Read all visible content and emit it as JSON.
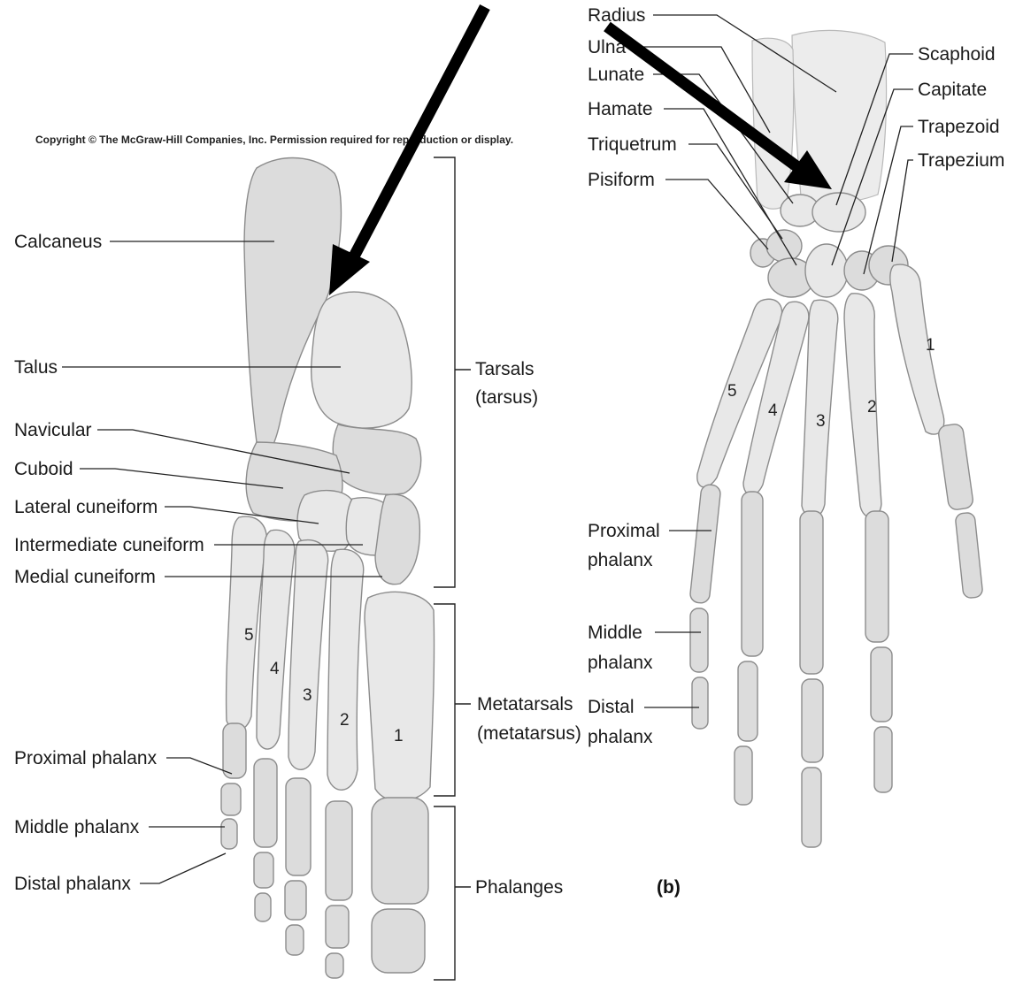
{
  "copyright": "Copyright © The McGraw-Hill Companies, Inc. Permission required for reproduction or display.",
  "foot": {
    "labels": {
      "calcaneus": "Calcaneus",
      "talus": "Talus",
      "navicular": "Navicular",
      "cuboid": "Cuboid",
      "lateral_cuneiform": "Lateral cuneiform",
      "intermediate_cuneiform": "Intermediate cuneiform",
      "medial_cuneiform": "Medial cuneiform",
      "proximal_phalanx": "Proximal phalanx",
      "middle_phalanx": "Middle phalanx",
      "distal_phalanx": "Distal phalanx"
    },
    "groups": {
      "tarsals_line1": "Tarsals",
      "tarsals_line2": "(tarsus)",
      "metatarsals_line1": "Metatarsals",
      "metatarsals_line2": "(metatarsus)",
      "phalanges": "Phalanges"
    },
    "digit_numbers": [
      "1",
      "2",
      "3",
      "4",
      "5"
    ]
  },
  "hand": {
    "labels": {
      "radius": "Radius",
      "ulna": "Ulna",
      "lunate": "Lunate",
      "hamate": "Hamate",
      "triquetrum": "Triquetrum",
      "pisiform": "Pisiform",
      "scaphoid": "Scaphoid",
      "capitate": "Capitate",
      "trapezoid": "Trapezoid",
      "trapezium": "Trapezium",
      "proximal_line1": "Proximal",
      "proximal_line2": "phalanx",
      "middle_line1": "Middle",
      "middle_line2": "phalanx",
      "distal_line1": "Distal",
      "distal_line2": "phalanx"
    },
    "digit_numbers": [
      "1",
      "2",
      "3",
      "4",
      "5"
    ],
    "panel_label": "(b)"
  }
}
